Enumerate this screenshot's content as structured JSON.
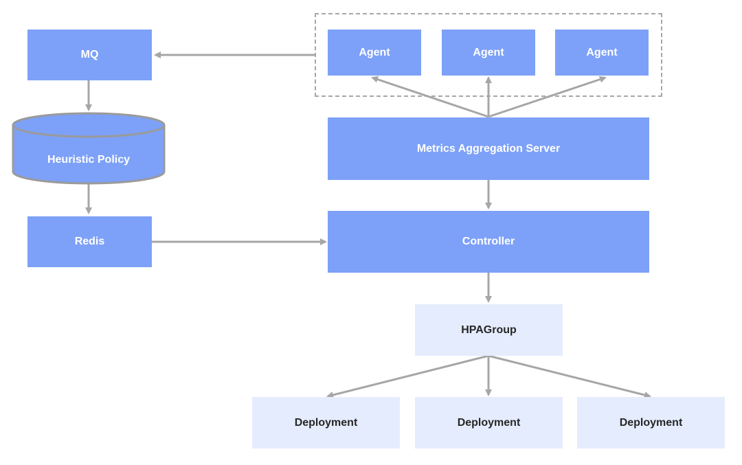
{
  "colors": {
    "node_fill": "#7da1f8",
    "node_fill_light": "#e5ecfd",
    "node_text": "#ffffff",
    "node_text_dark": "#262626",
    "arrow": "#a6a6a6",
    "group_border": "#a6a6a6"
  },
  "nodes": {
    "mq": "MQ",
    "heuristic_policy": "Heuristic Policy",
    "redis": "Redis",
    "agents": [
      "Agent",
      "Agent",
      "Agent"
    ],
    "metrics_server": "Metrics Aggregation Server",
    "controller": "Controller",
    "hpagroup": "HPAGroup",
    "deployments": [
      "Deployment",
      "Deployment",
      "Deployment"
    ]
  }
}
